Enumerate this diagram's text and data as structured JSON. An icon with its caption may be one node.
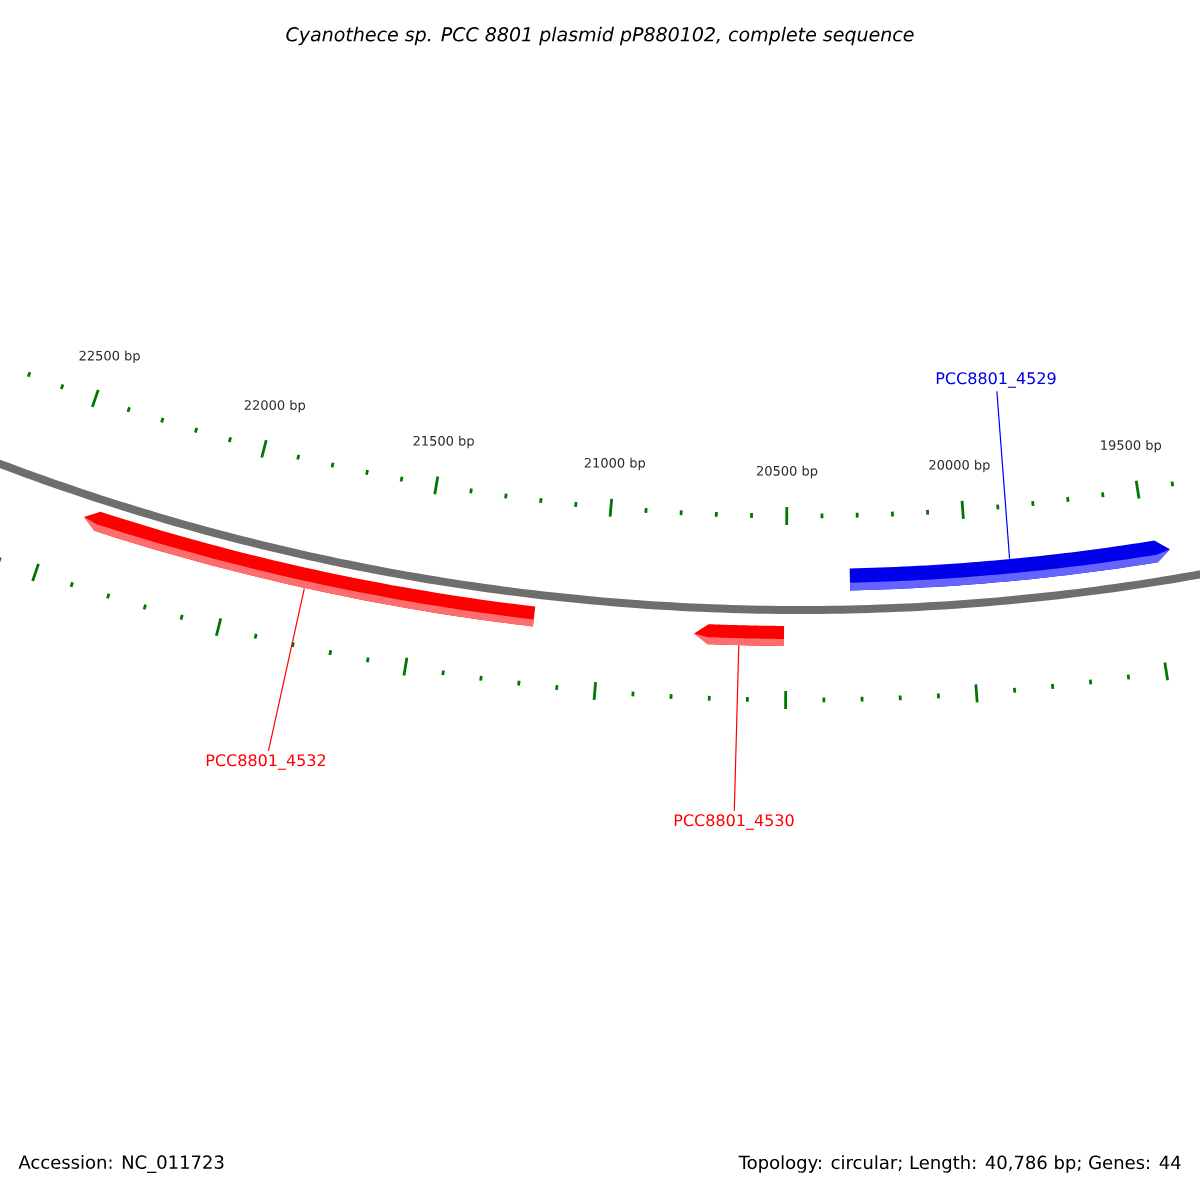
{
  "diagram": {
    "title": "Cyanothece sp. PCC 8801 plasmid pP880102, complete sequence",
    "nodes": [
      {
        "text": [
          "PCC8801_4529"
        ]
      },
      {
        "text": [],
        "shape": "arrow"
      },
      {
        "text": [],
        "shape": "arrow"
      },
      {
        "text": [],
        "shape": "arrow"
      },
      {
        "text": [
          "PCC8801_4532"
        ]
      },
      {
        "text": [
          "PCC8801_4530"
        ]
      }
    ],
    "edges": [
      {
        "from": 0,
        "to": 2,
        "arrow": "none",
        "color": "#0000ff"
      },
      {
        "from": 4,
        "to": 1,
        "arrow": "none"
      },
      {
        "from": 5,
        "to": 3,
        "arrow": "none"
      }
    ],
    "labels": [
      "22500 bp",
      "22000 bp",
      "21500 bp",
      "21000 bp",
      "20500 bp",
      "20000 bp",
      "19500 bp",
      "Accession: NC_011723",
      "Topology: circular; Length: 40,786 bp; Genes: 44"
    ]
  }
}
